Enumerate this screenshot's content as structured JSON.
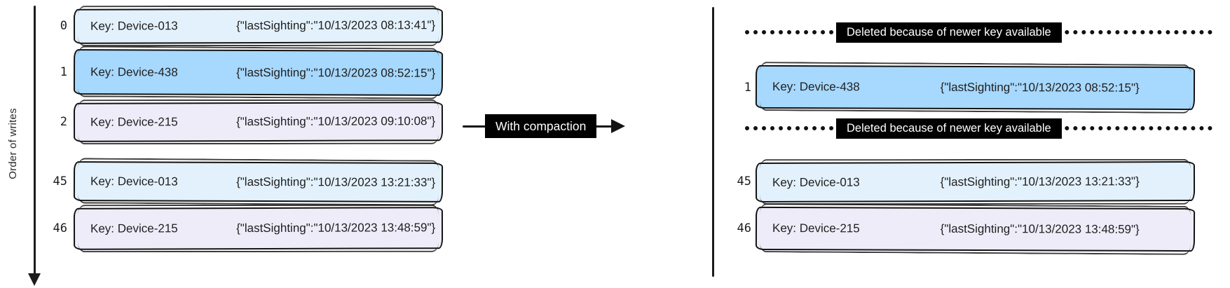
{
  "axis": {
    "label": "Order of writes"
  },
  "compaction": {
    "label": "With compaction"
  },
  "left_column": {
    "rows": [
      {
        "index": "0",
        "key": "Key: Device-013",
        "value": "{\"lastSighting\":\"10/13/2023 08:13:41\"}",
        "color": "lightblue"
      },
      {
        "index": "1",
        "key": "Key: Device-438",
        "value": "{\"lastSighting\":\"10/13/2023 08:52:15\"}",
        "color": "blue"
      },
      {
        "index": "2",
        "key": "Key: Device-215",
        "value": "{\"lastSighting\":\"10/13/2023 09:10:08\"}",
        "color": "purple"
      },
      {
        "index": "45",
        "key": "Key: Device-013",
        "value": "{\"lastSighting\":\"10/13/2023 13:21:33\"}",
        "color": "lightblue"
      },
      {
        "index": "46",
        "key": "Key: Device-215",
        "value": "{\"lastSighting\":\"10/13/2023 13:48:59\"}",
        "color": "purple"
      }
    ]
  },
  "right_column": {
    "rows": [
      {
        "type": "deleted",
        "label": "Deleted because of newer key available"
      },
      {
        "type": "record",
        "index": "1",
        "key": "Key: Device-438",
        "value": "{\"lastSighting\":\"10/13/2023 08:52:15\"}",
        "color": "blue"
      },
      {
        "type": "deleted",
        "label": "Deleted because of newer key available"
      },
      {
        "type": "record",
        "index": "45",
        "key": "Key: Device-013",
        "value": "{\"lastSighting\":\"10/13/2023 13:21:33\"}",
        "color": "lightblue"
      },
      {
        "type": "record",
        "index": "46",
        "key": "Key: Device-215",
        "value": "{\"lastSighting\":\"10/13/2023 13:48:59\"}",
        "color": "purple"
      }
    ]
  },
  "colors": {
    "light_blue_record": "#e3f1fc",
    "blue_record": "#a7d8fd",
    "purple_record": "#efecfa",
    "label_background": "#000000",
    "label_text": "#ffffff",
    "stroke": "#1c1c1c"
  }
}
